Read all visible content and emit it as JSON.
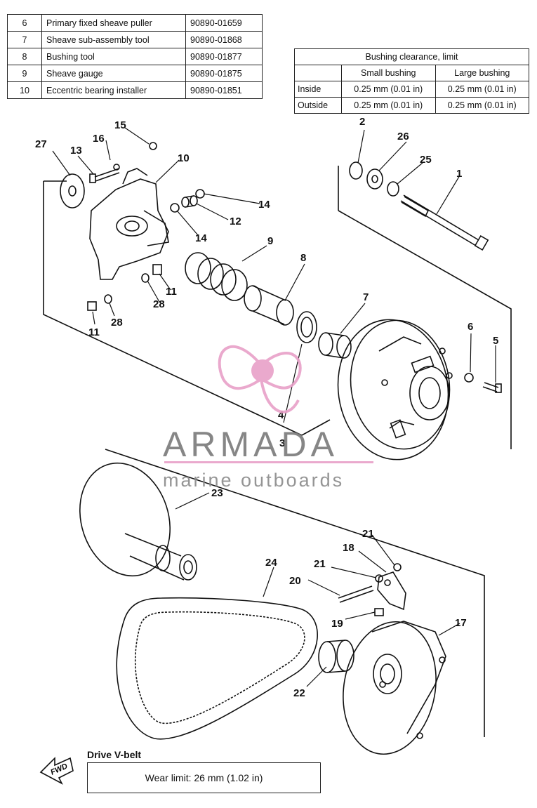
{
  "tools": {
    "rows": [
      {
        "num": "6",
        "name": "Primary fixed sheave puller",
        "part": "90890-01659"
      },
      {
        "num": "7",
        "name": "Sheave sub-assembly tool",
        "part": "90890-01868"
      },
      {
        "num": "8",
        "name": "Bushing tool",
        "part": "90890-01877"
      },
      {
        "num": "9",
        "name": "Sheave gauge",
        "part": "90890-01875"
      },
      {
        "num": "10",
        "name": "Eccentric bearing installer",
        "part": "90890-01851"
      }
    ]
  },
  "clearance": {
    "title": "Bushing clearance, limit",
    "col_small": "Small bushing",
    "col_large": "Large bushing",
    "rows": [
      {
        "label": "Inside",
        "small": "0.25 mm (0.01 in)",
        "large": "0.25 mm (0.01 in)"
      },
      {
        "label": "Outside",
        "small": "0.25 mm (0.01 in)",
        "large": "0.25 mm (0.01 in)"
      }
    ]
  },
  "callouts": {
    "c1": "1",
    "c2": "2",
    "c3": "3",
    "c4": "4",
    "c5": "5",
    "c6": "6",
    "c7": "7",
    "c8": "8",
    "c9": "9",
    "c10": "10",
    "c11a": "11",
    "c11b": "11",
    "c12": "12",
    "c13": "13",
    "c14a": "14",
    "c14b": "14",
    "c15": "15",
    "c16": "16",
    "c17": "17",
    "c18": "18",
    "c19": "19",
    "c20": "20",
    "c21a": "21",
    "c21b": "21",
    "c22": "22",
    "c23": "23",
    "c24": "24",
    "c25": "25",
    "c26": "26",
    "c27": "27",
    "c28a": "28",
    "c28b": "28"
  },
  "watermark": {
    "title": "ARMADA",
    "subtitle": "marine outboards",
    "logo_color": "#e8a0c8",
    "text_color": "#7a7a7a"
  },
  "belt": {
    "title": "Drive V-belt",
    "wear_limit": "Wear limit:  26 mm (1.02 in)"
  },
  "fwd": {
    "label": "FWD"
  }
}
